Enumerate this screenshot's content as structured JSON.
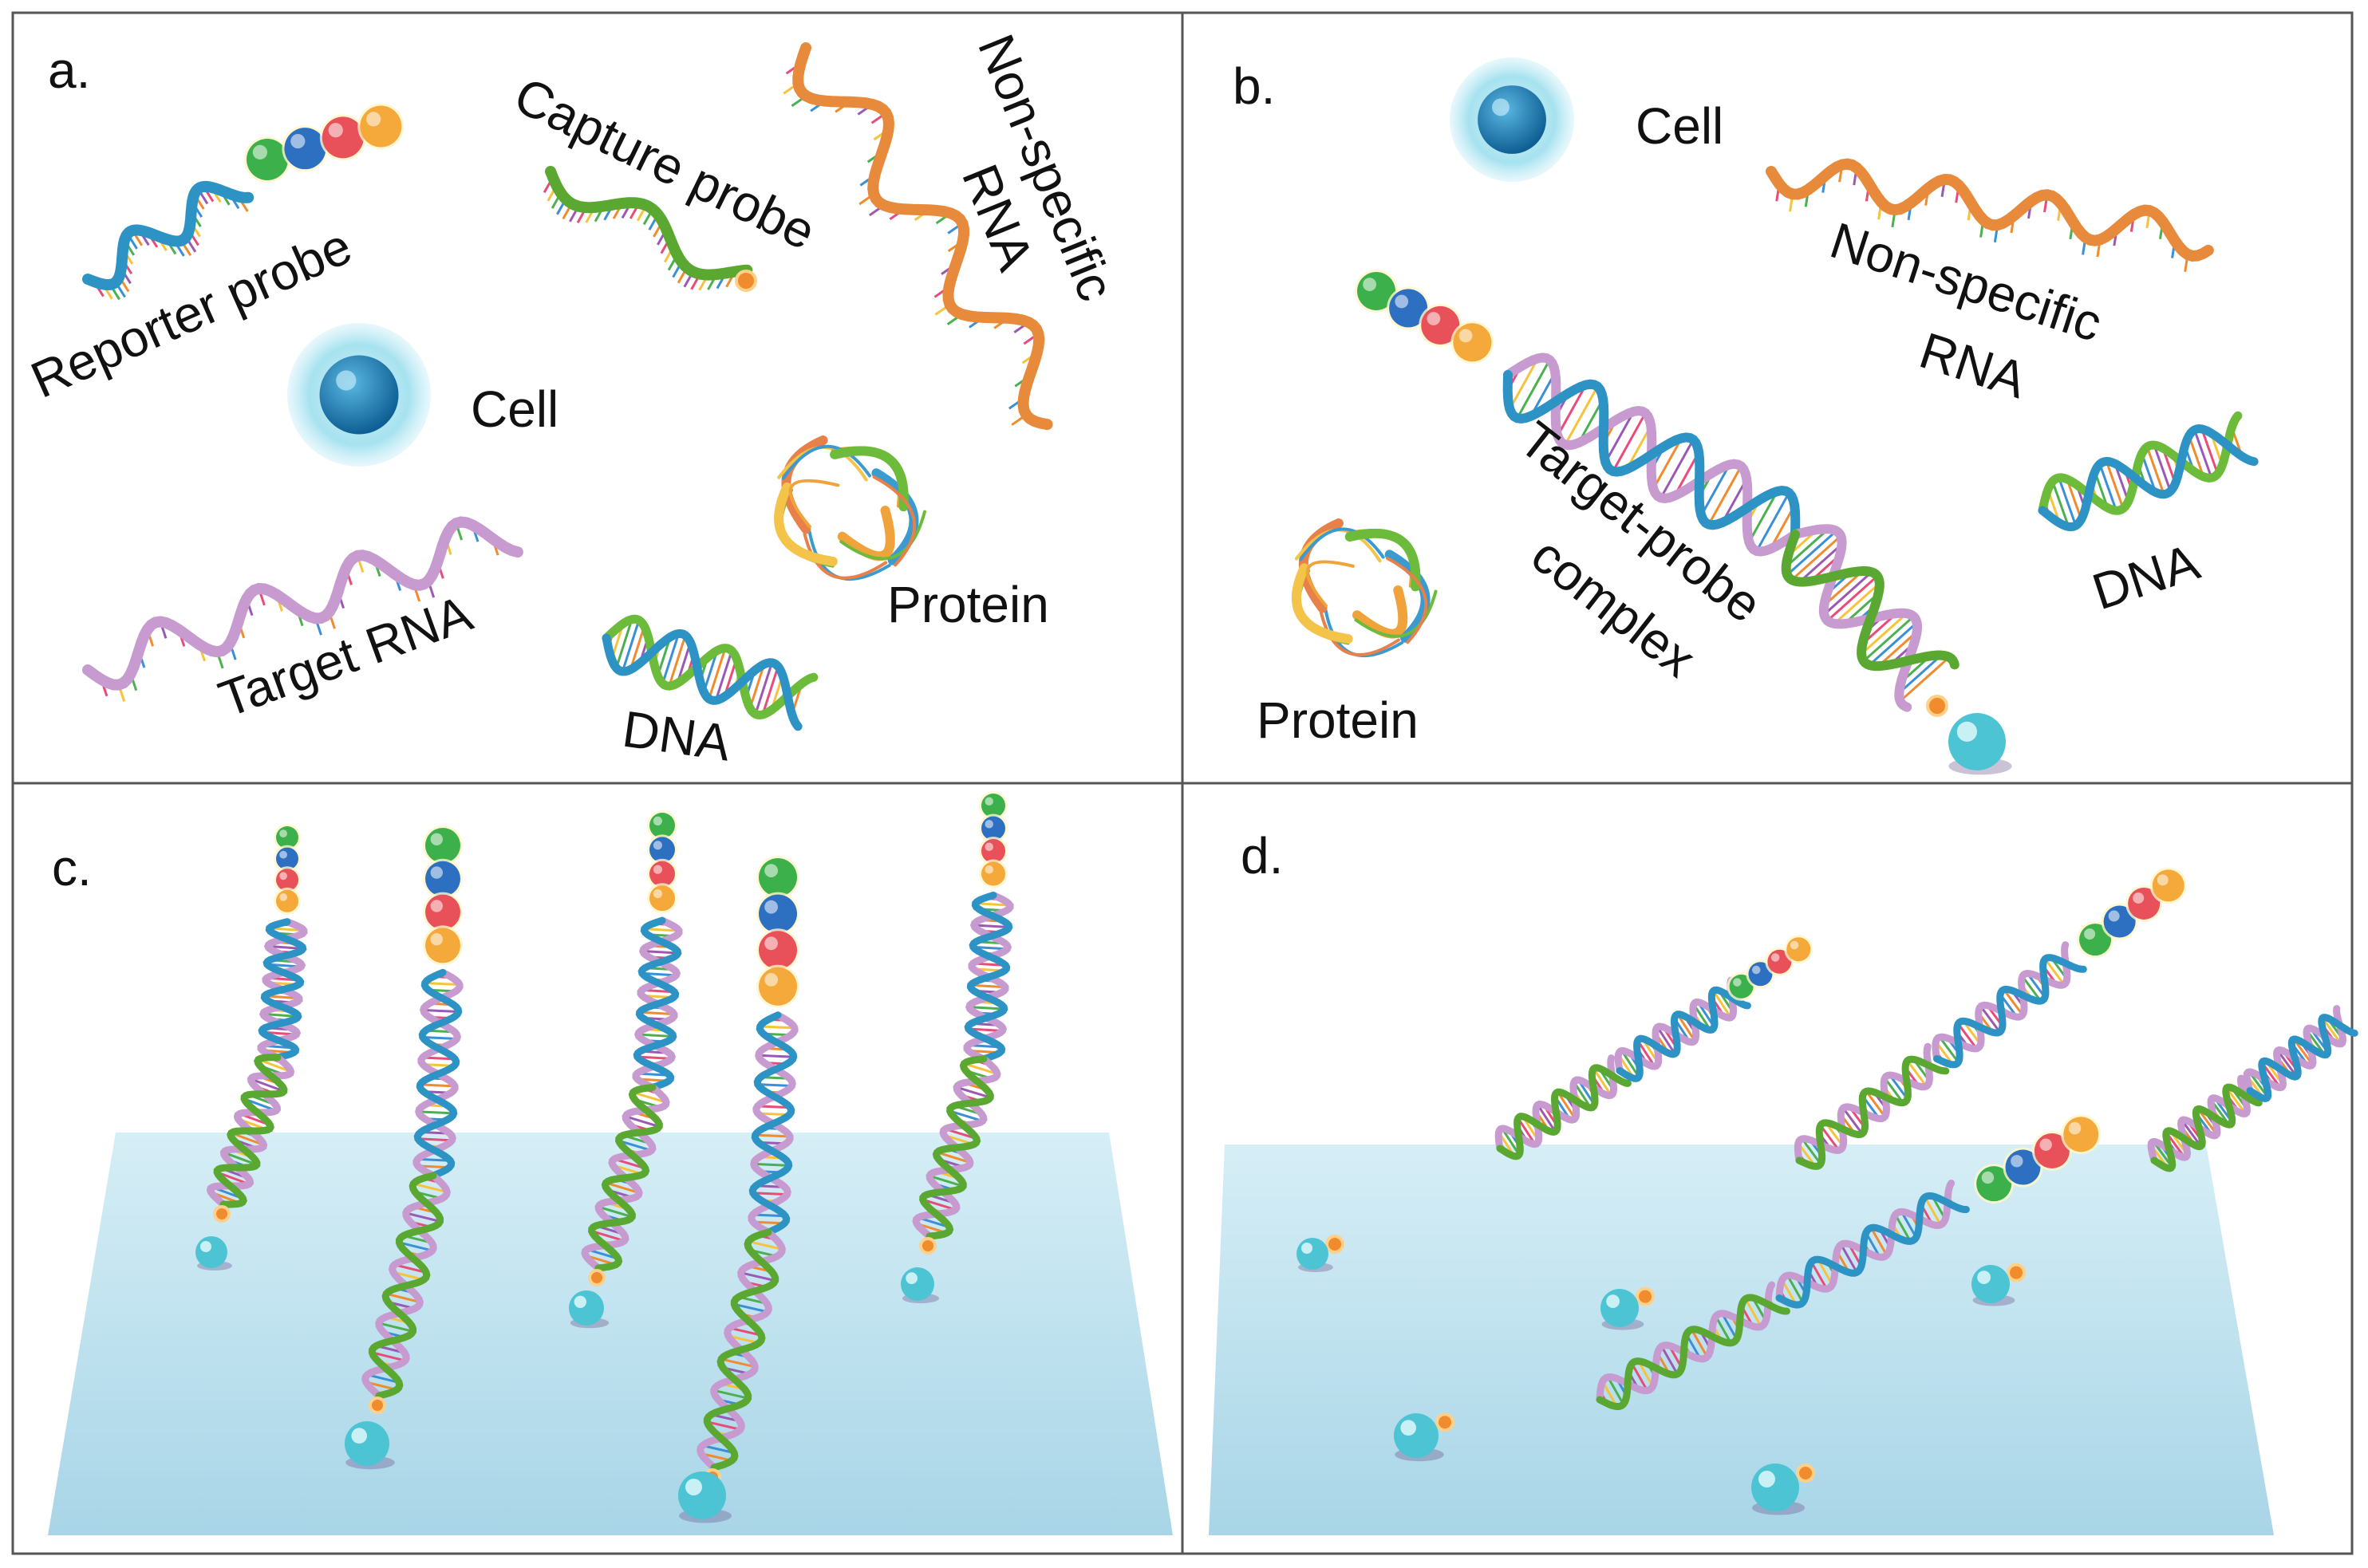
{
  "panels": {
    "a": {
      "letter": "a.",
      "labels": {
        "reporter_probe": "Reporter probe",
        "capture_probe": "Capture probe",
        "non_specific_line1": "Non-specific",
        "non_specific_line2": "RNA",
        "cell": "Cell",
        "protein": "Protein",
        "target_rna": "Target RNA",
        "dna": "DNA"
      }
    },
    "b": {
      "letter": "b.",
      "labels": {
        "cell": "Cell",
        "non_specific_line1": "Non-specific",
        "non_specific_line2": "RNA",
        "target_probe_line1": "Target-probe",
        "target_probe_line2": "complex",
        "dna": "DNA",
        "protein": "Protein"
      }
    },
    "c": {
      "letter": "c."
    },
    "d": {
      "letter": "d."
    }
  },
  "colors": {
    "panel_border": "#555555",
    "surface_top": "#d2ebf4",
    "surface_bottom": "#a9d6e8",
    "target_rna_strand": "#c79bcf",
    "reporter_strand": "#2d93c4",
    "capture_strand": "#5aa832",
    "non_specific_rna_strand": "#e88a3c",
    "dna_strand_a": "#2d93c4",
    "dna_strand_b": "#6dbb3a",
    "bead_green": "#3cb04a",
    "bead_blue": "#2d6fc0",
    "bead_red": "#e8505a",
    "bead_orange": "#f4a93a",
    "biotin_tag": "#f08c2e",
    "streptavidin_bead": "#4cc4d4",
    "cell_outer": "#9fe0ee",
    "cell_nucleus": "#1f86b8"
  }
}
